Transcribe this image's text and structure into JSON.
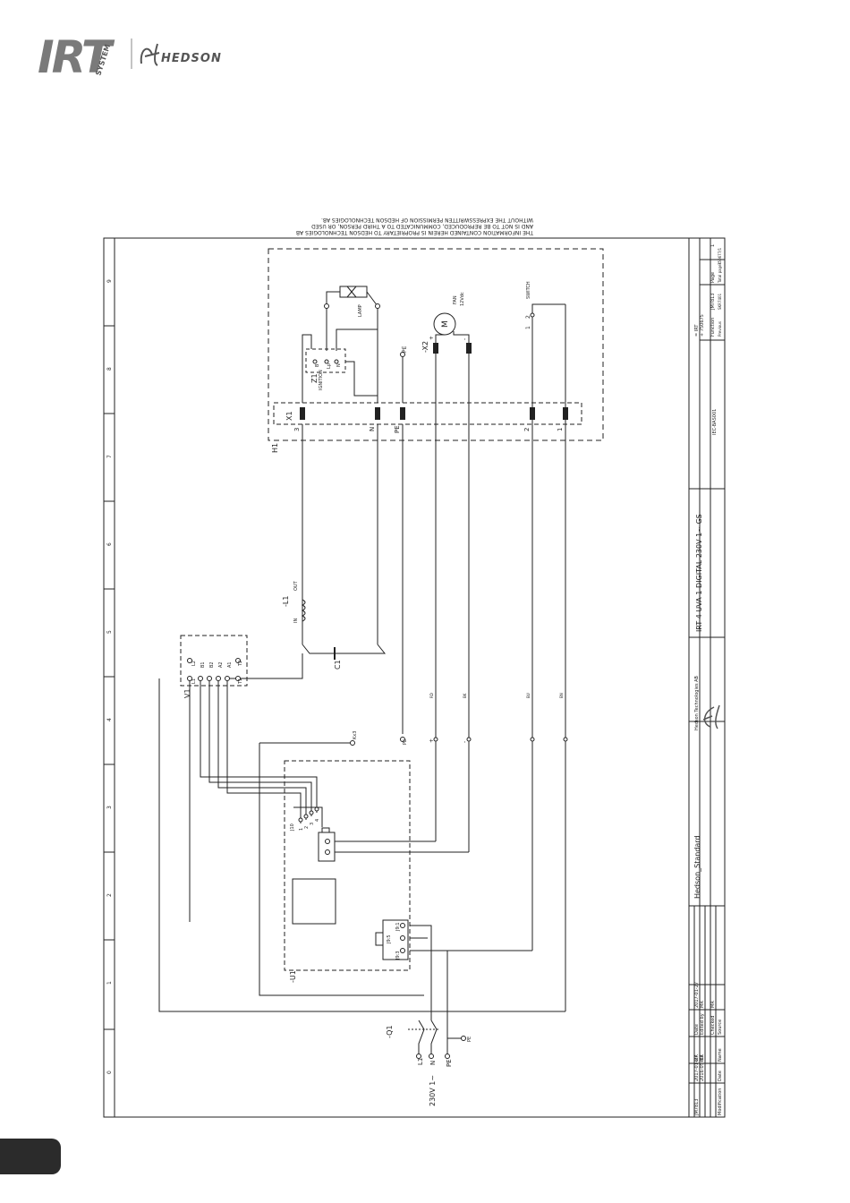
{
  "header": {
    "brand_irt": "IRT",
    "brand_system": "SYSTEM",
    "brand_hedson": "HEDSON"
  },
  "notice": {
    "line1": "THE INFORMATION CONTAINED HEREIN IS PROPRIETARY TO HEDSON TECHNOLOGIES AB",
    "line2": "AND IS NOT TO BE REPRODUCED, COMMUNICATED TO A THIRD PERSON, OR USED",
    "line3": "WITHOUT THE EXPRESSWRITTEN PERMISSION OF HEDSON TECHNOLOGIES AB."
  },
  "grid_columns": [
    "0",
    "1",
    "2",
    "3",
    "4",
    "5",
    "6",
    "7",
    "8",
    "9"
  ],
  "components": {
    "h1": "H1",
    "x1": "X1",
    "z1": "Z1",
    "ignition": "IGNITION",
    "z1_pins": [
      "B",
      "Lp",
      "N"
    ],
    "lamp": "LAMP",
    "pe_top": "PE",
    "x2": "-X2",
    "x2_plus": "+",
    "x2_minus": "-",
    "fan_m": "M",
    "fan": "FAN",
    "fan_v": "12Vdc",
    "switch": "SWITCH",
    "switch_pins": [
      "1",
      "2"
    ],
    "terminal_labels": [
      "3",
      "N",
      "PE",
      "2",
      "1"
    ],
    "l1": "-L1",
    "l1_in": "IN",
    "l1_out": "OUT",
    "c1": "C1",
    "v1": "V1",
    "v1_pins_top": [
      "L3",
      "B1",
      "B2",
      "A2",
      "A1",
      "T2"
    ],
    "v1_pins_bottom": [
      "L2",
      "L1",
      "T1"
    ],
    "u1": "-U1",
    "j10": "J10",
    "j10_pins": [
      "1",
      "2",
      "3",
      "4"
    ],
    "j9_pins": [
      "J9:1",
      "J9:3",
      "J9:5"
    ],
    "k3": "Kx3",
    "pe_mid": "PE",
    "plus": "+",
    "minus": "-",
    "wire_colors": [
      "RD",
      "BK",
      "BU",
      "BN"
    ],
    "q1": "-Q1",
    "supply_l1": "L1",
    "supply_n": "N",
    "supply_pe": "PE",
    "pe_gnd": "PE",
    "supply_voltage": "230V 1~"
  },
  "title_block": {
    "row_mod1_date": "2017-01-27",
    "row_mod1_name": "MR",
    "row_mod1_id": "JM7813",
    "row_mod2_date": "2016-05-13",
    "row_mod2_name": "MR",
    "modification": "Modification",
    "date_h": "Date",
    "name_h": "Name",
    "date_label": "Date",
    "date_value": "2017-01-27",
    "edited_by": "Edited by",
    "edited_value": "MR",
    "checked": "Checked",
    "checked_value": "MR",
    "source": "Source",
    "template": "Hedson_Standard",
    "company": "Hedson Technologies AB",
    "title": "IRT 4 UVA-1 DIGITAL 230V 1~ GS",
    "drawing_ref": "IEC-BAS001",
    "brand_cell": "= IRT",
    "part_no": "+ 750675",
    "function_label": "Function",
    "function_value": "JM7813",
    "page_label": "Page",
    "page_value": "1",
    "prev_label": "Previous",
    "prev_value": "SKR7401",
    "total_label": "Total pages",
    "total_value": "750677/1"
  }
}
